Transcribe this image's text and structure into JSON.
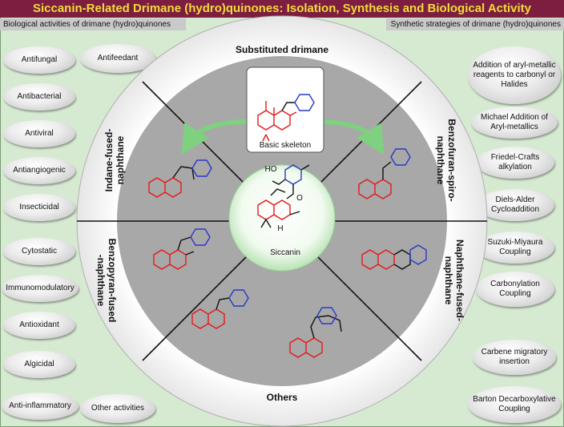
{
  "title": "Siccanin-Related Drimane (hydro)quinones: Isolation, Synthesis and Biological Activity",
  "left_header": "Biological activities of drimane (hydro)quinones",
  "right_header": "Synthetic strategies of drimane (hydro)quinones",
  "activities": [
    "Antifungal",
    "Antifeedant",
    "Antibacterial",
    "Antiviral",
    "Antiangiogenic",
    "Insecticidal",
    "Cytostatic",
    "Immunomodulatory",
    "Antioxidant",
    "Algicidal",
    "Anti-inflammatory",
    "Other activities"
  ],
  "strategies": [
    "Addition of aryl-metallic reagents to carbonyl or Halides",
    "Michael Addition of Aryl-metallics",
    "Friedel-Crafts alkylation",
    "Diels-Alder Cycloaddition",
    "Suzuki-Miyaura Coupling",
    "Carbonylation Coupling",
    "Carbene migratory insertion",
    "Barton Decarboxylative Coupling"
  ],
  "sectors": {
    "substituted": "Substituted drimane",
    "benzofuran_line1": "Benzofuran-spiro-",
    "benzofuran_line2": "naphthane",
    "naphthane_line1": "Naphthane-fused-",
    "naphthane_line2": "naphthane",
    "others": "Others",
    "benzopyran_line1": "Benzopyran-fused",
    "benzopyran_line2": "-naphthane",
    "indane_line1": "Indane-fused-",
    "indane_line2": "naphthane"
  },
  "center_label": "Siccanin",
  "center_groups": {
    "ho": "HO",
    "o": "O",
    "h": "H"
  },
  "basic_skeleton_label": "Basic skeleton",
  "colors": {
    "title_bg": "#7d1d3f",
    "title_text": "#f2dc3a",
    "skeleton_red": "#e3191b",
    "aromatic_blue": "#2a38c7",
    "arrow_green": "#7fd07f",
    "panel_bg": "#d6ead2"
  }
}
